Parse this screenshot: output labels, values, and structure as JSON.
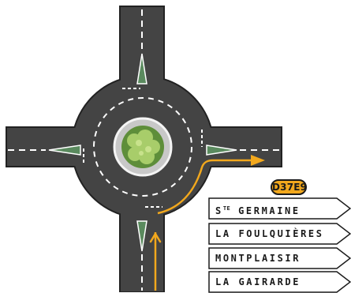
{
  "road_number": "D37E9",
  "direction_signs": [
    {
      "main": "S",
      "superscript": "TE",
      "rest": " GERMAINE"
    },
    {
      "main": "LA FOULQUIÈRES",
      "superscript": "",
      "rest": ""
    },
    {
      "main": "MONTPLAISIR",
      "superscript": "",
      "rest": ""
    },
    {
      "main": "LA GAIRARDE",
      "superscript": "",
      "rest": ""
    }
  ],
  "colors": {
    "asphalt": "#444444",
    "curb": "#222222",
    "lane_marking": "#ffffff",
    "island": "#5a8a5e",
    "roundabout_island_ring": "#c8c8c8",
    "bush": "#a8cd6a",
    "route_arrow": "#f2a81d",
    "sign_border": "#1a1a1a"
  }
}
